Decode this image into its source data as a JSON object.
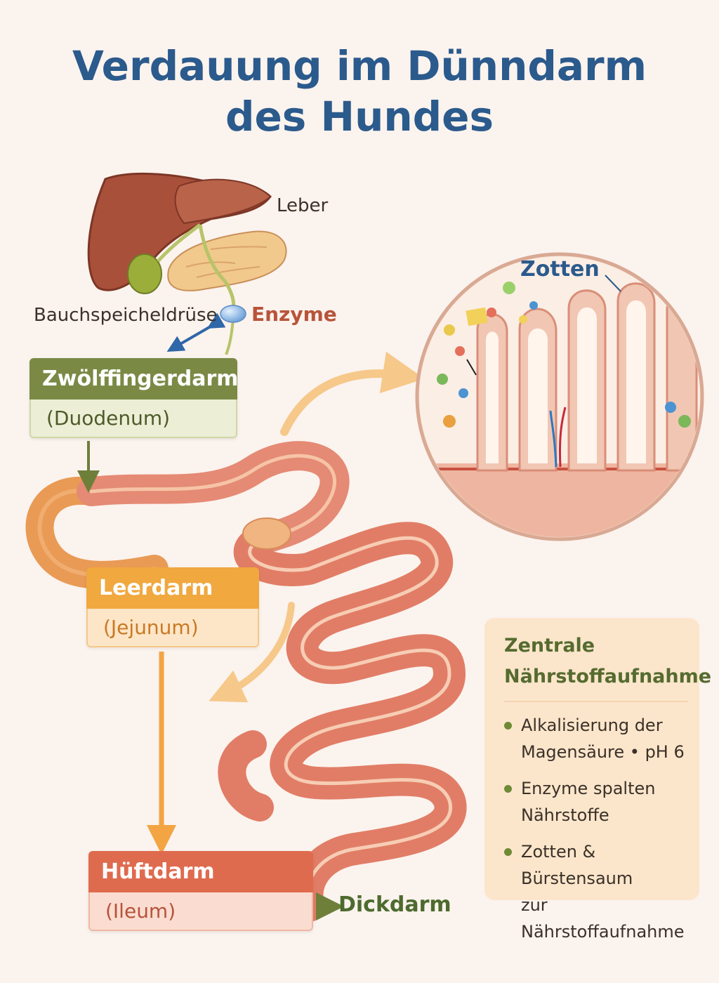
{
  "title": {
    "line1": "Verdauung im Dünndarm",
    "line2": "des Hundes"
  },
  "labels": {
    "liver": "Leber",
    "pancreas": "Bauchspeicheldrüse",
    "enzymes": "Enzyme",
    "villi": "Zotten",
    "large_intestine": "Dickdarm"
  },
  "sections": {
    "duodenum": {
      "name": "Zwölffingerdarm",
      "latin": "(Duodenum)"
    },
    "jejunum": {
      "name": "Leerdarm",
      "latin": "(Jejunum)"
    },
    "ileum": {
      "name": "Hüftdarm",
      "latin": "(Ileum)"
    }
  },
  "info": {
    "title_line1": "Zentrale",
    "title_line2": "Nährstoffaufnahme",
    "items": [
      {
        "line1": "Alkalisierung der",
        "line2": "Magensäure • pH 6"
      },
      {
        "line1": "Enzyme spalten",
        "line2": "Nährstoffe"
      },
      {
        "line1": "Zotten & Bürstensaum",
        "line2": "zur Nährstoffaufnahme"
      }
    ]
  },
  "colors": {
    "title": "#2b5a8c",
    "duodenum": "#7a8a45",
    "jejunum": "#f0a83f",
    "ileum": "#df6b4f",
    "intestine": "#e58a74",
    "liver": "#a9503a",
    "pancreas": "#f2c98c",
    "background": "#fbf3ee"
  }
}
